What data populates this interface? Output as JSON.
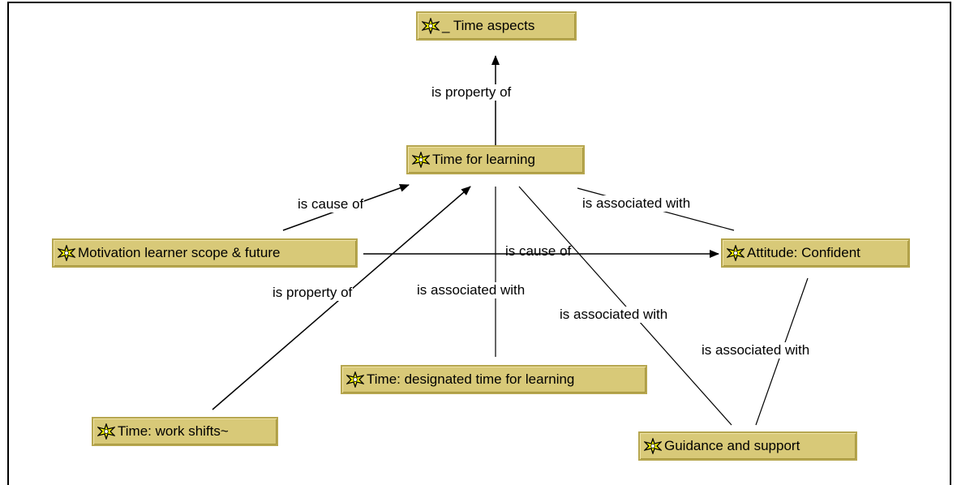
{
  "nodes": [
    {
      "id": "time-aspects",
      "label": "_ Time aspects"
    },
    {
      "id": "time-for-learning",
      "label": "Time  for learning"
    },
    {
      "id": "motivation",
      "label": "Motivation learner scope & future"
    },
    {
      "id": "attitude",
      "label": "Attitude: Confident"
    },
    {
      "id": "designated-time",
      "label": "Time: designated time for learning"
    },
    {
      "id": "work-shifts",
      "label": "Time: work shifts~"
    },
    {
      "id": "guidance",
      "label": "Guidance and support"
    }
  ],
  "edges": [
    {
      "from": "time-for-learning",
      "to": "time-aspects",
      "label": "is property of",
      "arrow": true
    },
    {
      "from": "motivation",
      "to": "time-for-learning",
      "label": "is cause of",
      "arrow": true
    },
    {
      "from": "work-shifts",
      "to": "time-for-learning",
      "label": "is property of",
      "arrow": true
    },
    {
      "from": "motivation",
      "to": "attitude",
      "label": "is cause of",
      "arrow": true
    },
    {
      "from": "attitude",
      "to": "time-for-learning",
      "label": "is associated with",
      "arrow": false
    },
    {
      "from": "designated-time",
      "to": "time-for-learning",
      "label": "is associated with",
      "arrow": false
    },
    {
      "from": "guidance",
      "to": "time-for-learning",
      "label": "is associated with",
      "arrow": false
    },
    {
      "from": "guidance",
      "to": "attitude",
      "label": "is associated with",
      "arrow": false
    }
  ],
  "icon": "concept-star-icon",
  "colors": {
    "node_fill": "#d8c978",
    "node_border": "#b6a64f",
    "icon": "#ffff00",
    "edge": "#000000"
  }
}
